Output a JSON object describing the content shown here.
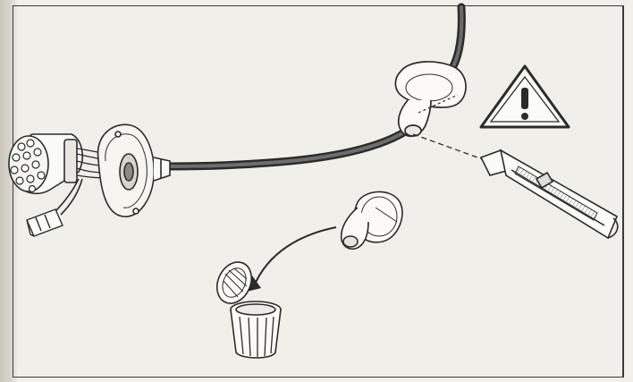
{
  "figure": {
    "kind": "assembly-instruction-illustration",
    "line_color": "#2b2b2b",
    "paper_color": "#f1efe9",
    "warning_symbol": "exclamation-triangle",
    "tool": "utility-knife",
    "disposal": "trash-bin"
  }
}
